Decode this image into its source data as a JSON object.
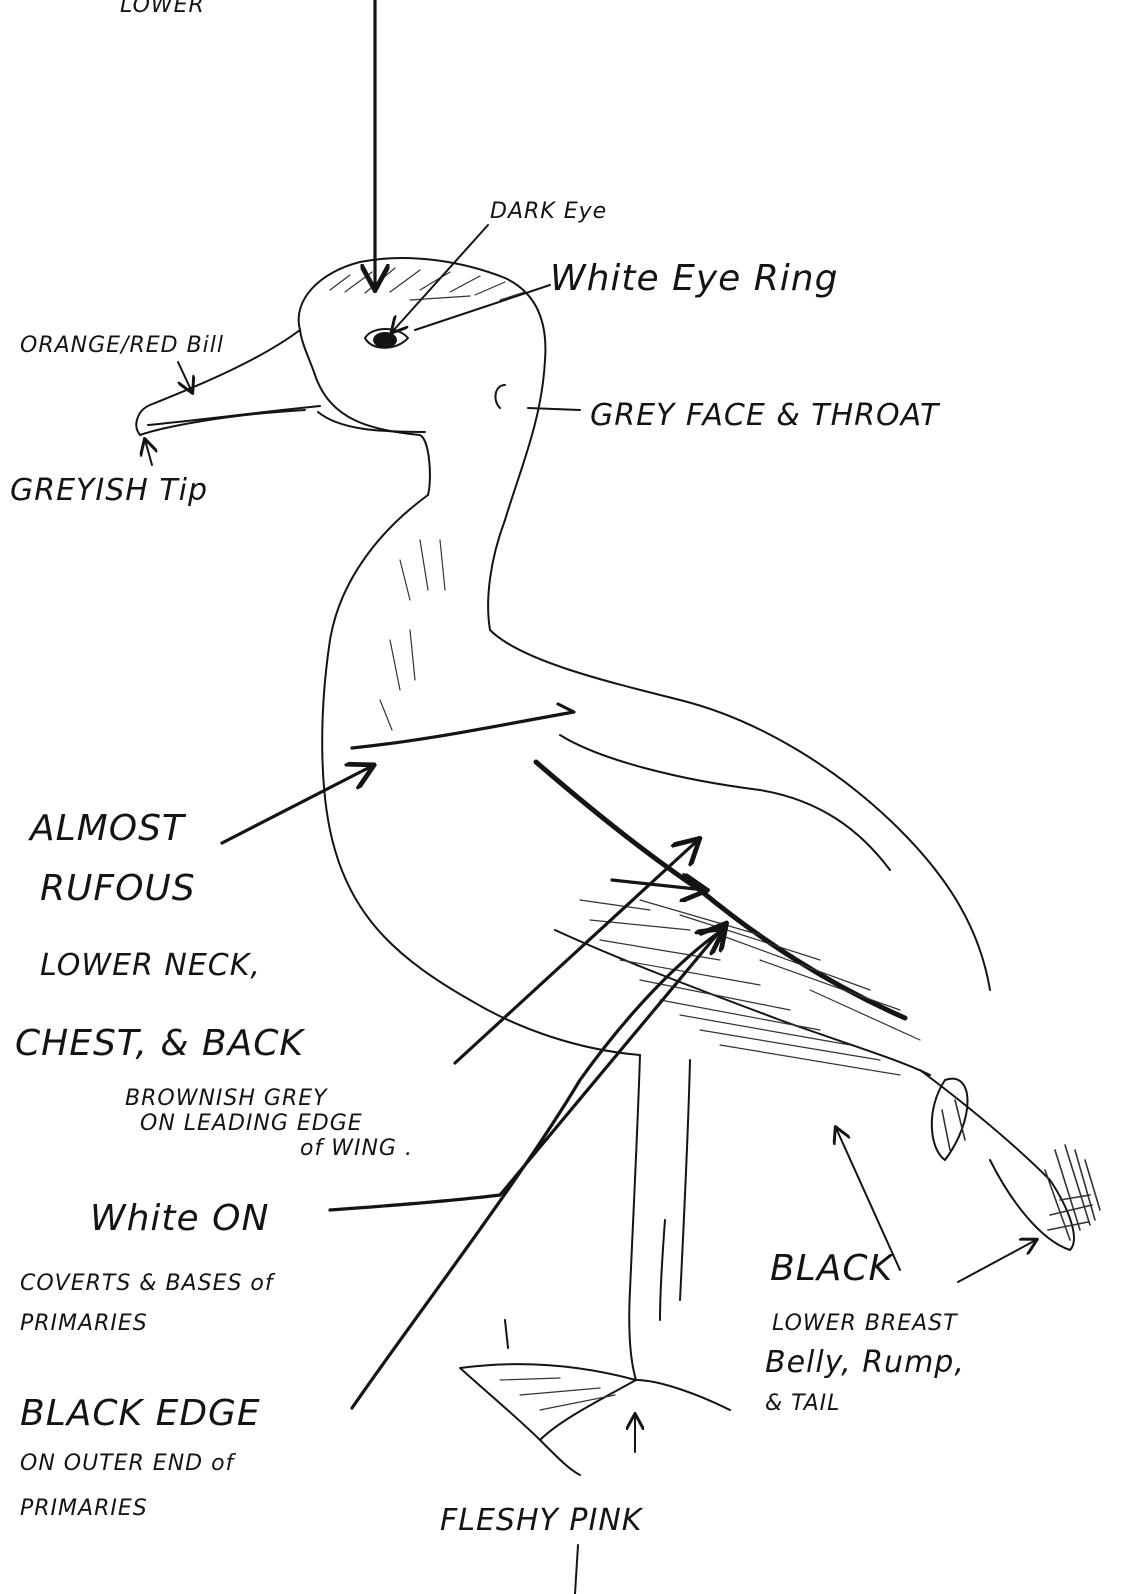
{
  "labels": {
    "top_partial": "LOWER",
    "dark_eye": "DARK Eye",
    "white_eye_ring": "White Eye Ring",
    "bill": "ORANGE/RED Bill",
    "greyish_tip": "GREYISH Tip",
    "grey_face": "GREY FACE & THROAT",
    "rufous_l1": "ALMOST",
    "rufous_l2": "RUFOUS",
    "rufous_l3": "LOWER NECK,",
    "rufous_l4": "CHEST, & BACK",
    "brownish_l1": "BROWNISH GREY",
    "brownish_l2": "ON LEADING EDGE",
    "brownish_l3": "of WING .",
    "white_on_l1": "White ON",
    "white_on_l2": "COVERTS & BASES of",
    "white_on_l3": "PRIMARIES",
    "black_edge_l1": "BLACK EDGE",
    "black_edge_l2": "ON OUTER END of",
    "black_edge_l3": "PRIMARIES",
    "fleshy_pink": "FLESHY PINK",
    "black_belly_l1": "BLACK",
    "black_belly_l2": "LOWER BREAST",
    "black_belly_l3": "Belly, Rump,",
    "black_belly_l4": "& TAIL"
  }
}
